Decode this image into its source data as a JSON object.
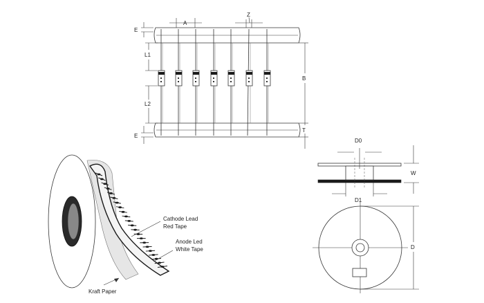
{
  "labels": {
    "E_top": "E",
    "A": "A",
    "Z": "Z",
    "L1": "L1",
    "L2": "L2",
    "B": "B",
    "T": "T",
    "E_bottom": "E",
    "D0": "D0",
    "D1": "D1",
    "W": "W",
    "D": "D",
    "cathode_line1": "Cathode Lead",
    "cathode_line2": "Red Tape",
    "anode_line1": "Anode Led",
    "anode_line2": "White Tape",
    "kraft": "Kraft Paper"
  },
  "colors": {
    "line": "#333333",
    "tape_fill": "#ffffff",
    "reel_rim": "#1a1a1a",
    "hub_dark": "#2a2a2a"
  }
}
